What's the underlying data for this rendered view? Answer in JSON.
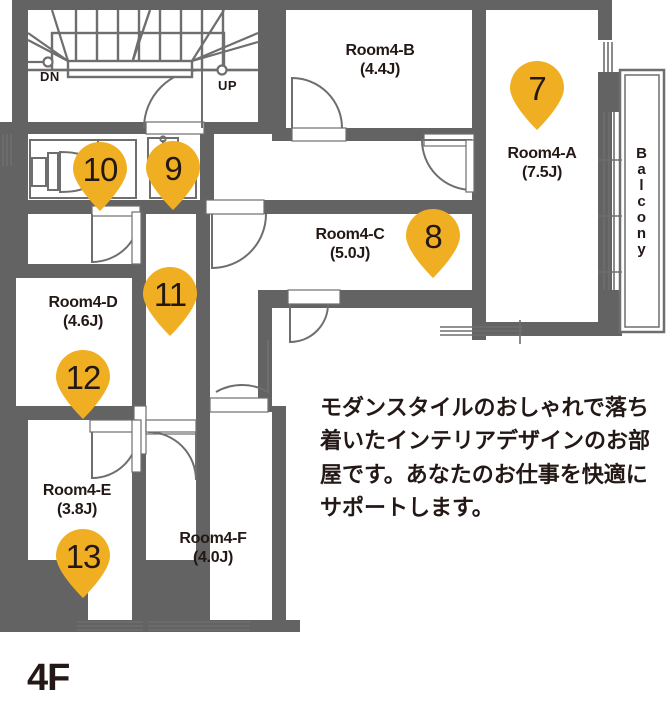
{
  "floor": {
    "label": "4F"
  },
  "rooms": [
    {
      "id": "room4-b",
      "name": "Room4-B",
      "area": "(4.4J)"
    },
    {
      "id": "room4-a",
      "name": "Room4-A",
      "area": "(7.5J)"
    },
    {
      "id": "room4-c",
      "name": "Room4-C",
      "area": "(5.0J)"
    },
    {
      "id": "room4-d",
      "name": "Room4-D",
      "area": "(4.6J)"
    },
    {
      "id": "room4-e",
      "name": "Room4-E",
      "area": "(3.8J)"
    },
    {
      "id": "room4-f",
      "name": "Room4-F",
      "area": "(4.0J)"
    }
  ],
  "balcony": {
    "label": "Balcony"
  },
  "stairs": {
    "down_label": "DN",
    "up_label": "UP"
  },
  "markers": [
    {
      "id": "marker-7",
      "number": "7"
    },
    {
      "id": "marker-8",
      "number": "8"
    },
    {
      "id": "marker-9",
      "number": "9"
    },
    {
      "id": "marker-10",
      "number": "10"
    },
    {
      "id": "marker-11",
      "number": "11"
    },
    {
      "id": "marker-12",
      "number": "12"
    },
    {
      "id": "marker-13",
      "number": "13"
    }
  ],
  "description": {
    "text": "モダンスタイルのおしゃれで落ち着いたインテリアデザインのお部屋です。あなたのお仕事を快適にサポートします。"
  },
  "colors": {
    "wall": "#636363",
    "marker": "#F0AF22",
    "ink": "#231815",
    "background": "#ffffff",
    "line": "#6e6e6e"
  }
}
